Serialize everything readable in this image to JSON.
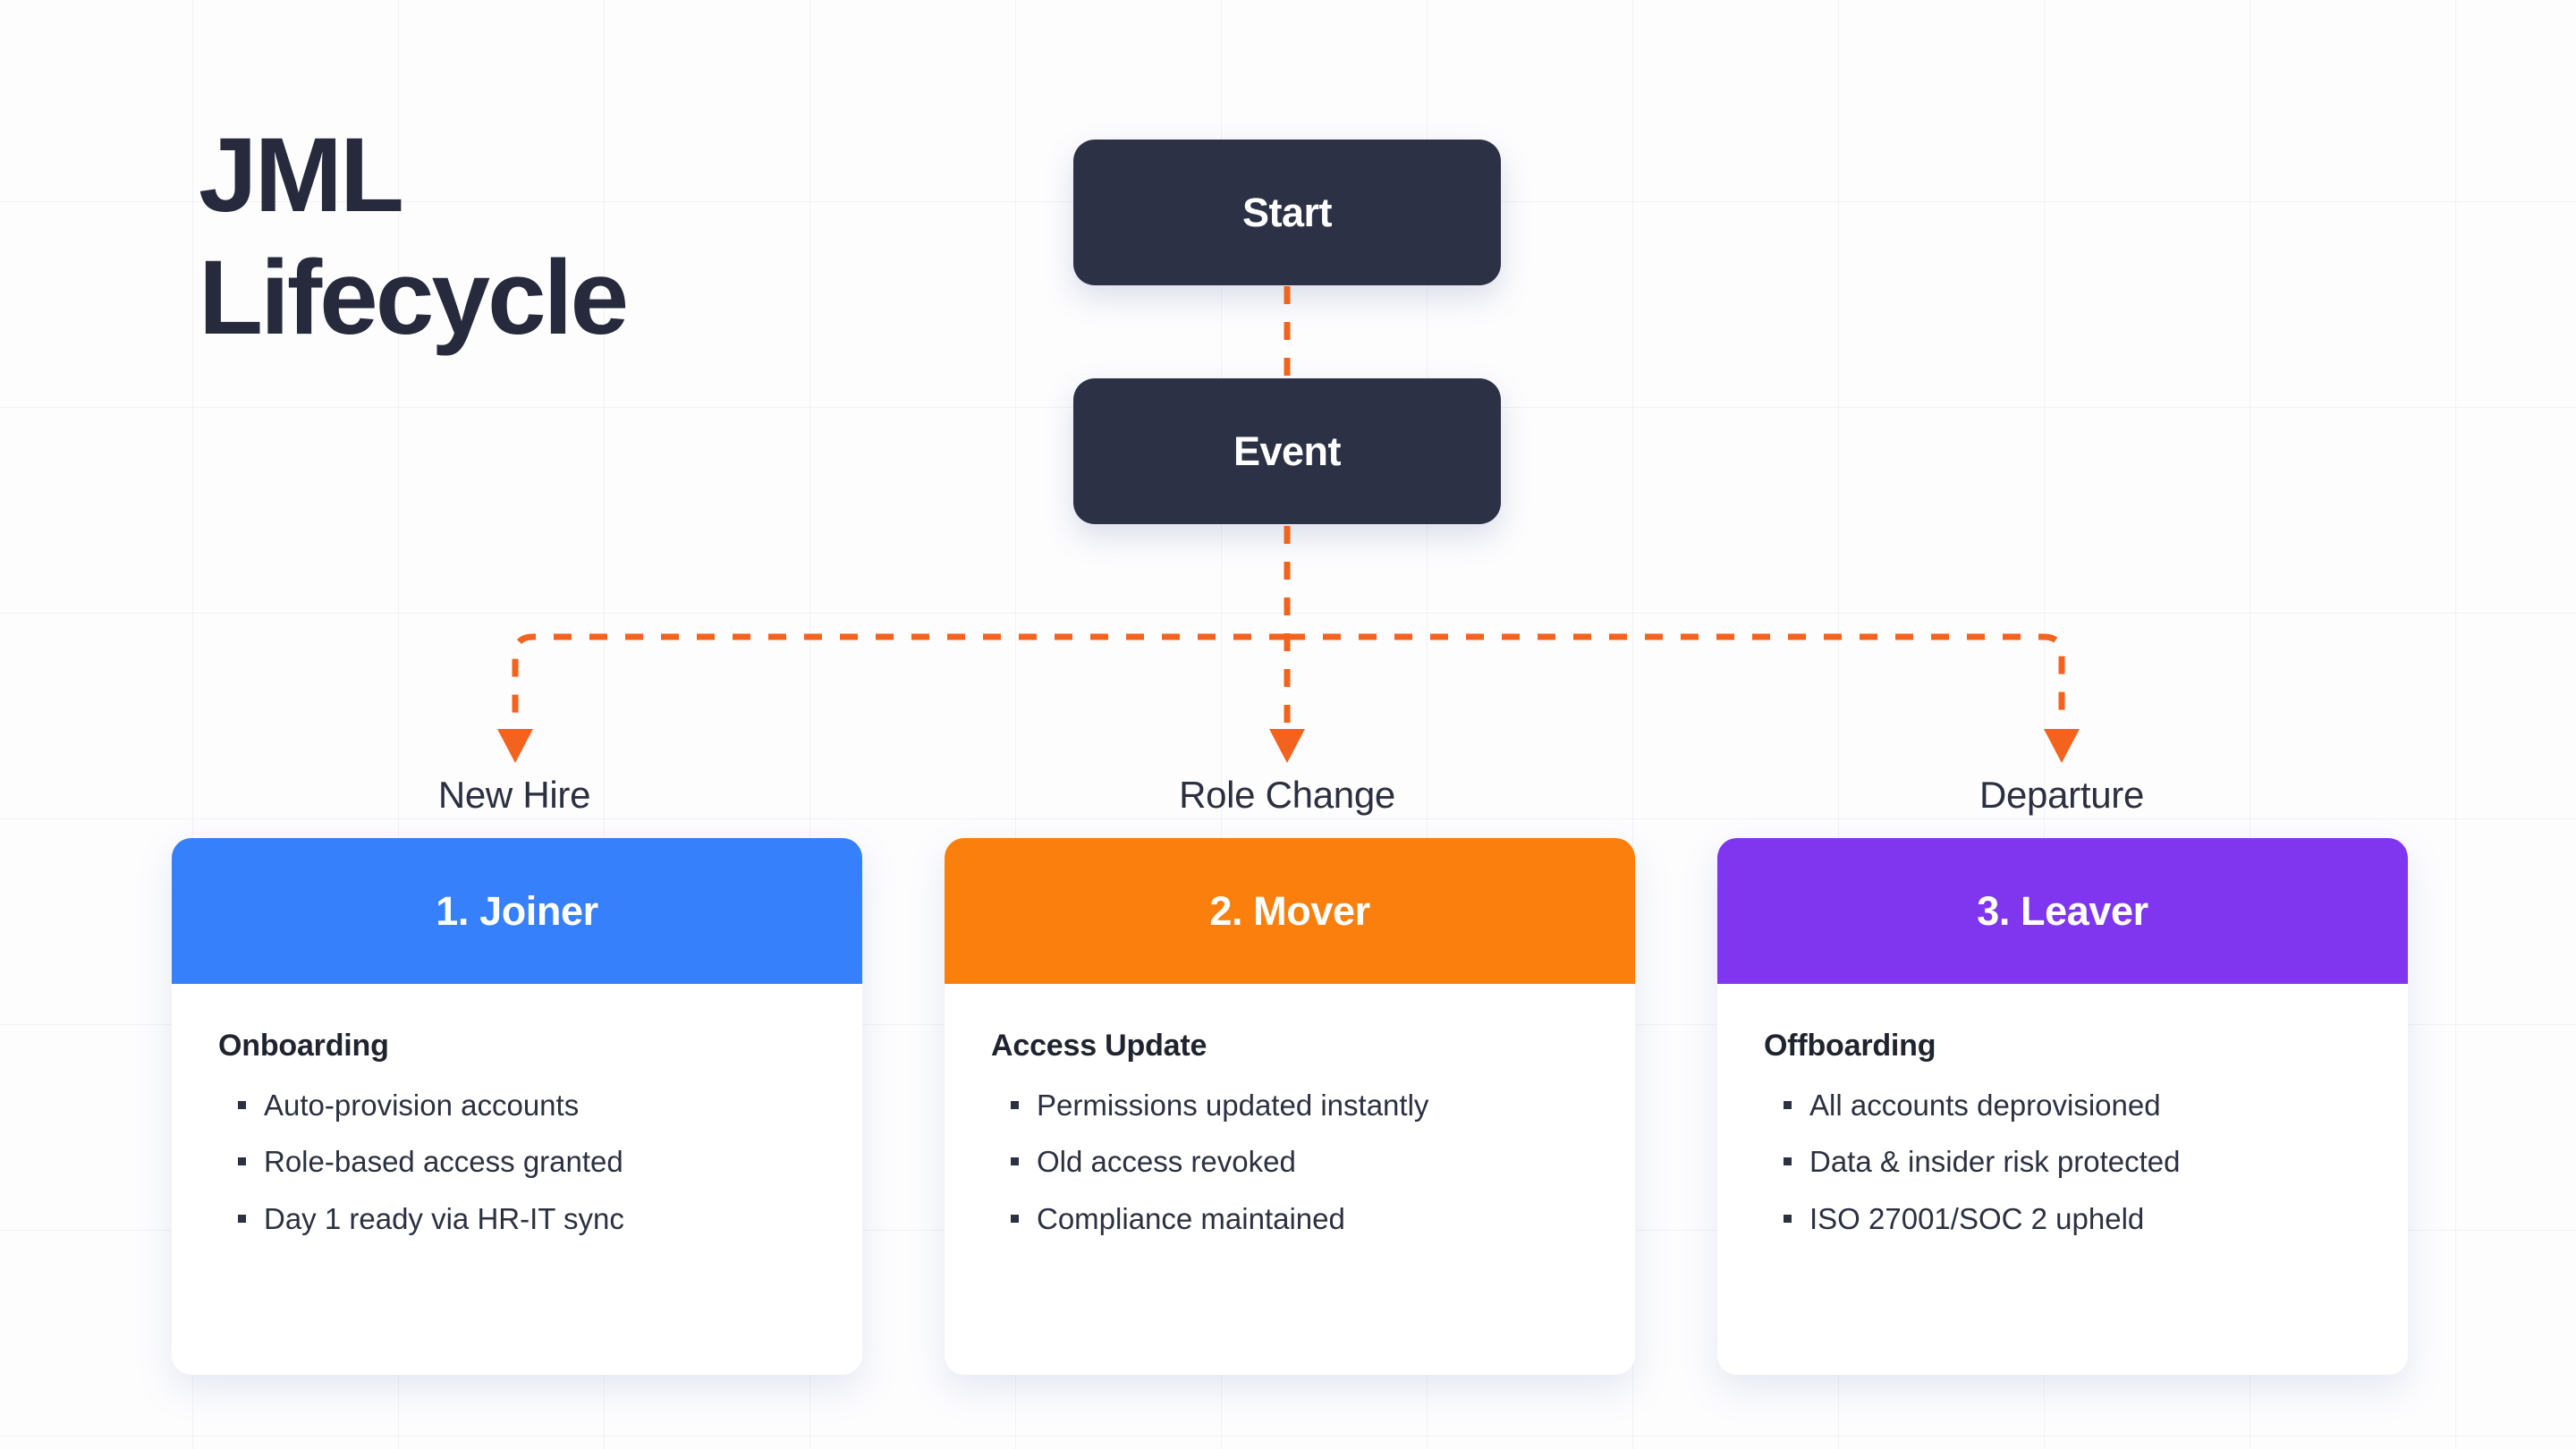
{
  "title": {
    "line1": "JML",
    "line2": "Lifecycle"
  },
  "colors": {
    "background": "#fdfdfe",
    "grid_line": "#eceef4",
    "node_dark": "#2c3146",
    "connector_orange": "#f4631e",
    "joiner_blue": "#3780fc",
    "mover_orange": "#fa7f0c",
    "leaver_purple": "#7f36ee",
    "text_dark": "#262a3c",
    "text_white": "#ffffff"
  },
  "flow": {
    "nodes": [
      {
        "id": "start",
        "label": "Start"
      },
      {
        "id": "event",
        "label": "Event"
      }
    ],
    "branch_labels": [
      "New Hire",
      "Role Change",
      "Departure"
    ]
  },
  "stages": [
    {
      "header": "1. Joiner",
      "header_color": "#3780fc",
      "subtitle": "Onboarding",
      "bullets": [
        "Auto-provision accounts",
        "Role-based access granted",
        "Day 1 ready via HR-IT sync"
      ]
    },
    {
      "header": "2. Mover",
      "header_color": "#fa7f0c",
      "subtitle": "Access Update",
      "bullets": [
        "Permissions updated instantly",
        "Old access revoked",
        "Compliance maintained"
      ]
    },
    {
      "header": "3. Leaver",
      "header_color": "#7f36ee",
      "subtitle": "Offboarding",
      "bullets": [
        "All accounts deprovisioned",
        "Data & insider risk protected",
        "ISO 27001/SOC 2 upheld"
      ]
    }
  ]
}
